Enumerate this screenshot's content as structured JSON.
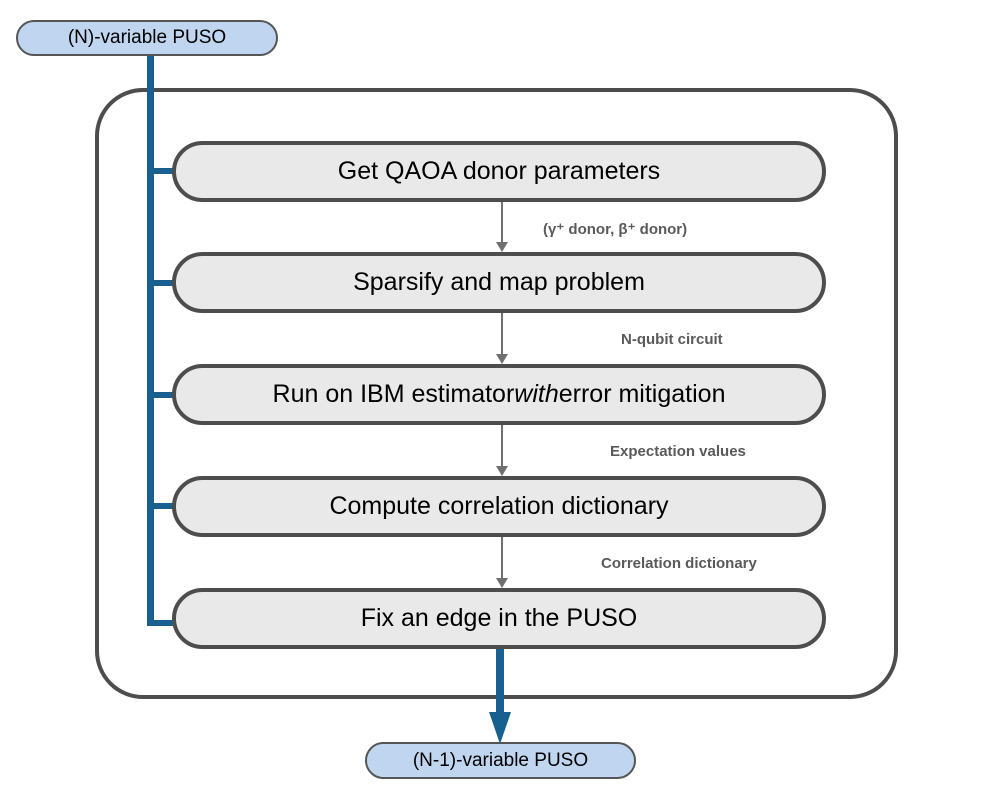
{
  "diagram": {
    "title": "QAOA-based PUSO variable reduction loop",
    "colors": {
      "terminal_fill": "#c0d5ef",
      "process_fill": "#e9e9e9",
      "outline": "#4d4d4d",
      "accent_blue": "#17608f",
      "arrow_gray": "#707070",
      "label_gray": "#5a5a5a"
    },
    "terminals": {
      "input": "(N)-variable PUSO",
      "output": "(N-1)-variable PUSO"
    },
    "steps": [
      {
        "id": "step-1",
        "label": "Get QAOA donor parameters"
      },
      {
        "id": "step-2",
        "label": "Sparsify and map problem"
      },
      {
        "id": "step-3",
        "label": "Run on IBM estimator with error mitigation",
        "label_pre": "Run on IBM estimator ",
        "label_em": "with",
        "label_post": " error mitigation"
      },
      {
        "id": "step-4",
        "label": "Compute correlation dictionary"
      },
      {
        "id": "step-5",
        "label": "Fix an edge in the PUSO"
      }
    ],
    "edge_labels": [
      "(γ⁺ donor, β⁺ donor)",
      "N-qubit circuit",
      "Expectation values",
      "Correlation dictionary"
    ]
  }
}
